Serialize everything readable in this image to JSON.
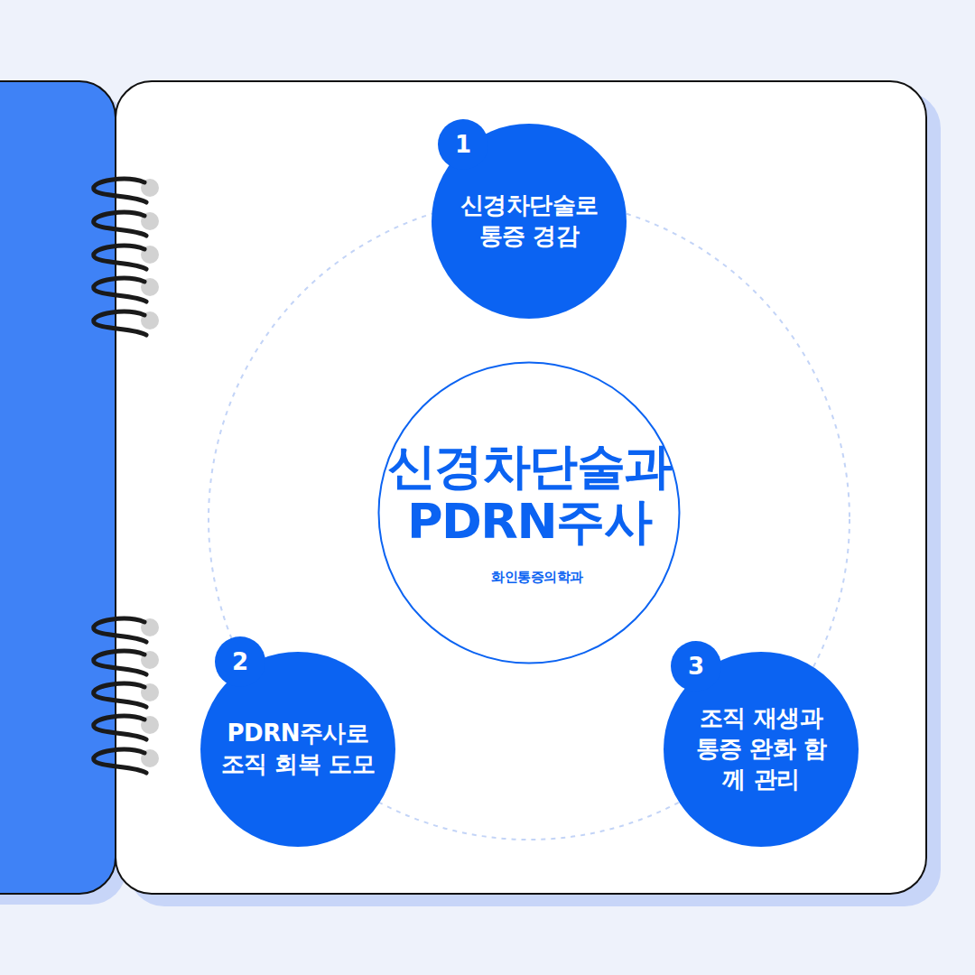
{
  "diagram": {
    "nodes": [
      {
        "text": [
          "1",
          "신경차단술로 통증 경감"
        ]
      },
      {
        "text": [
          "신경차단술과 PDRN주사",
          "화인통증의학과"
        ]
      },
      {
        "text": [
          "2",
          "PDRN주사로 조직 회복 도모"
        ]
      },
      {
        "text": [
          "3",
          "조직 재생과 통증 완화 함께 관리"
        ]
      }
    ]
  }
}
